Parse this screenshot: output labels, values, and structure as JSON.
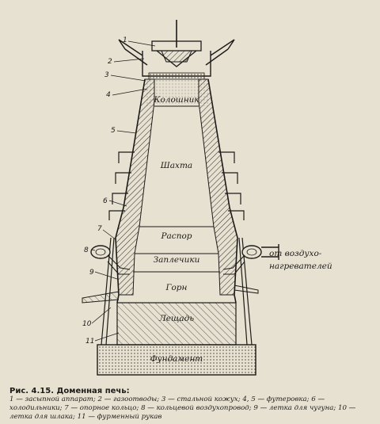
{
  "figure": {
    "zones": {
      "koloshnik": "Колошник",
      "shakhta": "Шахта",
      "raspor": "Распор",
      "zaplechiki": "Заплечики",
      "gorn": "Горн",
      "leshchad": "Лещадь",
      "fundament": "Фундамент"
    },
    "air_label": [
      "от воздухо-",
      "нагревателей"
    ],
    "callouts": [
      "1",
      "2",
      "3",
      "4",
      "5",
      "6",
      "7",
      "8",
      "9",
      "10",
      "11"
    ]
  },
  "caption": {
    "label": "Рис. 4.15.",
    "title": "Доменная печь:",
    "legend": "1 — засыпной аппарат; 2 — газоотводы; 3 — стальной кожух; 4, 5 — футеровка; 6 — холодильники; 7 — опорное кольцо; 8 — кольцевой воздухопровод; 9 — летка для чугуна; 10 — летка для шлака; 11 — фурменный рукав"
  }
}
